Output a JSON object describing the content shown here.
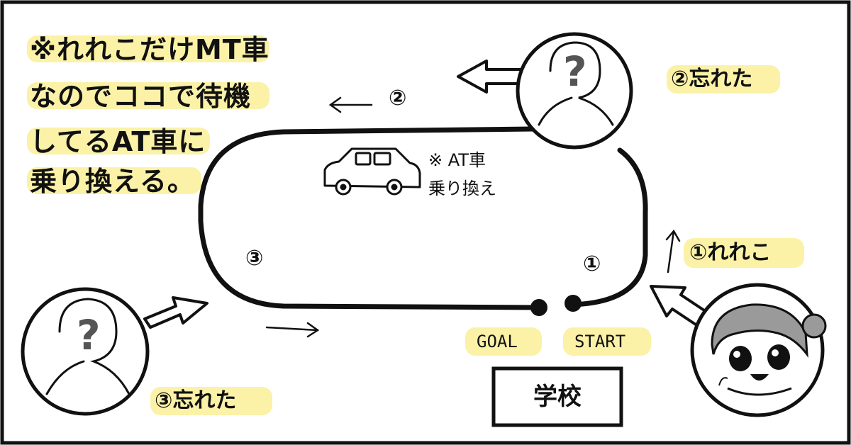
{
  "note": {
    "lines": [
      "※れれこだけMT車",
      "なのでココで待機",
      "してるAT車に",
      "乗り換える。"
    ]
  },
  "car_note": {
    "line1": "※ AT車",
    "line2": "乗り換え"
  },
  "steps": {
    "one": "①",
    "two": "②",
    "three": "③"
  },
  "labels": {
    "reireko": "①れれこ",
    "forgot2": "②忘れた",
    "forgot3": "③忘れた",
    "goal": "GOAL",
    "start": "START",
    "school": "学校"
  },
  "unknown_person": {
    "mark": "?"
  },
  "colors": {
    "highlight": "#fbf2a8",
    "line": "#111111",
    "hair": "#555555",
    "qmark": "#555555"
  }
}
